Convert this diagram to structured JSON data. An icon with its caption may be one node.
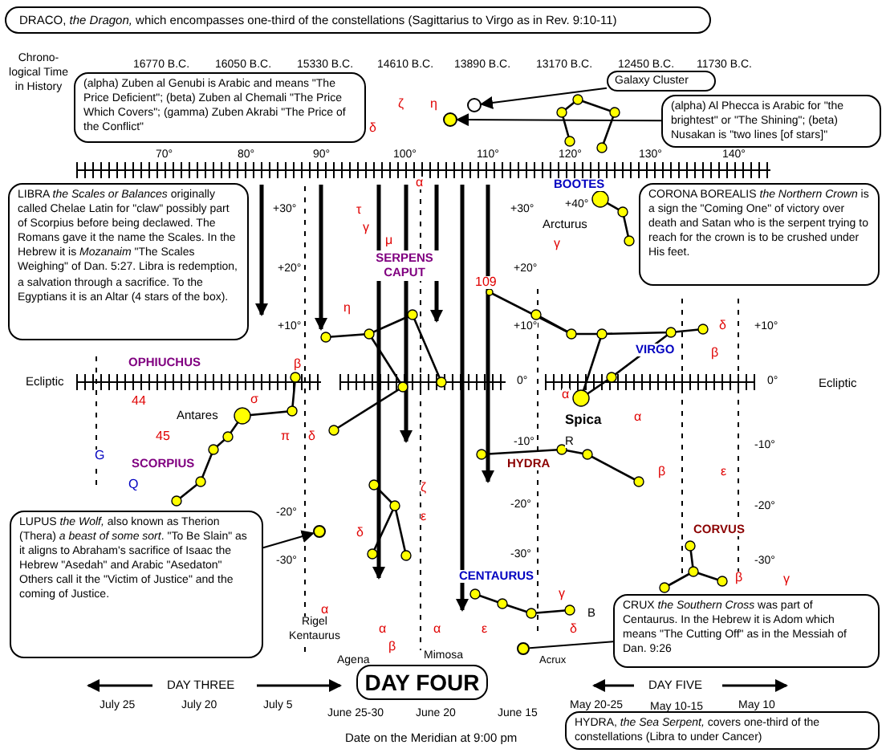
{
  "diagram": {
    "nodes": [
      {
        "text": [
          "DRACO, *the Dragon,* which encompasses one-third of the constellations (Sagittarius to Virgo as in Rev. 9:10-11)"
        ]
      },
      {
        "text": [
          "(alpha) Zuben al Genubi is Arabic and means \"The Price Deficient\"; (beta) Zuben al Chemali \"The Price Which Covers\"; (gamma) Zuben Akrabi \"The Price of the Conflict\""
        ]
      },
      {
        "text": [
          "Galaxy Cluster"
        ]
      },
      {
        "text": [
          "(alpha) Al Phecca is Arabic for \"the brightest\" or \"The Shining\"; (beta) Nusakan is \"two lines [of stars]\""
        ]
      },
      {
        "text": [
          "LIBRA *the Scales or Balances* originally called Chelae Latin for \"claw\" possibly part of Scorpius before being declawed. The Romans gave it the name the Scales. In the Hebrew it is *Mozanaim* \"The Scales Weighing\" of Dan. 5:27. Libra is redemption, a salvation through a sacrifice. To the Egyptians it is an Altar (4 stars of the box)."
        ]
      },
      {
        "text": [
          "CORONA BOREALIS *the Northern Crown* is a sign the \"Coming One\" of victory over death and Satan who is the serpent trying to reach for the crown is to be crushed under His feet."
        ]
      },
      {
        "text": [
          "LUPUS *the Wolf,* also known as Therion (Thera) *a beast of some sort*. \"To Be Slain\" as it aligns to Abraham's sacrifice of Isaac the Hebrew \"Asedah\" and Arabic \"Asedaton\" Others call it the \"Victim of Justice\" and the coming of Justice."
        ]
      },
      {
        "text": [
          "CRUX *the Southern Cross* was part of Centaurus. In the Hebrew it is Adom which means \"The Cutting Off\" as in the Messiah of Dan. 9:26"
        ]
      },
      {
        "text": [
          "DAY FOUR"
        ]
      },
      {
        "text": [
          "HYDRA, *the Sea Serpent,* covers one-third of the constellations (Libra to under Cancer)"
        ]
      },
      {
        "text": [],
        "shape": "circle"
      },
      {
        "text": [],
        "shape": "circle"
      },
      {
        "text": [],
        "shape": "circle"
      },
      {
        "text": [],
        "shape": "circle"
      }
    ],
    "edges": [
      {
        "from": 2,
        "to": 10,
        "arrow": "to"
      },
      {
        "from": 3,
        "to": 11,
        "arrow": "to"
      },
      {
        "from": 6,
        "to": 12,
        "arrow": "to"
      },
      {
        "from": 7,
        "to": 13,
        "arrow": "none"
      }
    ],
    "labels": [
      "Chrono-logical Time in History",
      "16770 B.C.",
      "16050 B.C.",
      "15330 B.C.",
      "14610 B.C.",
      "13890 B.C.",
      "13170 B.C.",
      "12450 B.C.",
      "11730 B.C.",
      "ζ",
      "η",
      "δ",
      "70°",
      "80°",
      "90°",
      "100°",
      "110°",
      "120°",
      "130°",
      "140°",
      "α",
      "BOOTES",
      "+30°",
      "τ",
      "+30°",
      "+40°",
      "Arcturus",
      "γ",
      "μ",
      "γ",
      "SERPENS CAPUT",
      "+20°",
      "+20°",
      "109",
      "η",
      "+10°",
      "+10°",
      "δ",
      "+10°",
      "VIRGO",
      "β",
      "OPHIUCHUS",
      "β",
      "Ecliptic",
      "0°",
      "0°",
      "Ecliptic",
      "44",
      "σ",
      "α",
      "Antares",
      "Spica",
      "α",
      "45",
      "π",
      "δ",
      "-10°",
      "R",
      "-10°",
      "G",
      "SCORPIUS",
      "HYDRA",
      "β",
      "ε",
      "Q",
      "ζ",
      "-20°",
      "ε",
      "-20°",
      "-20°",
      "δ",
      "CORVUS",
      "-30°",
      "-30°",
      "-30°",
      "CENTAURUS",
      "β",
      "γ",
      "γ",
      "α",
      "B",
      "Rigel Kentaurus",
      "α",
      "α",
      "ε",
      "δ",
      "β",
      "Agena",
      "Mimosa",
      "Acrux",
      "DAY THREE",
      "DAY FIVE",
      "July 25",
      "July 20",
      "July 5",
      "June 25-30",
      "June 20",
      "June 15",
      "May 20-25",
      "May 10-15",
      "May 10",
      "Date on the Meridian at 9:00 pm"
    ]
  }
}
